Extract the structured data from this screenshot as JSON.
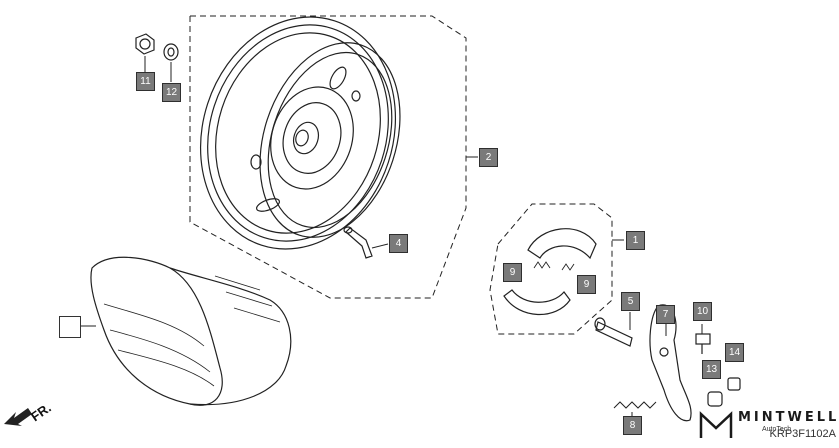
{
  "diagram": {
    "code": "KRP3F1102A",
    "direction_label": "FR.",
    "watermark": {
      "word": "MINTWELL",
      "sub": "AutoTech"
    }
  },
  "parts": [
    {
      "ref": "1"
    },
    {
      "ref": "2"
    },
    {
      "ref": "4"
    },
    {
      "ref": "5"
    },
    {
      "ref": "7"
    },
    {
      "ref": "8"
    },
    {
      "ref": "9"
    },
    {
      "ref": "9"
    },
    {
      "ref": "10"
    },
    {
      "ref": "11"
    },
    {
      "ref": "12"
    },
    {
      "ref": "13"
    },
    {
      "ref": "14"
    }
  ]
}
